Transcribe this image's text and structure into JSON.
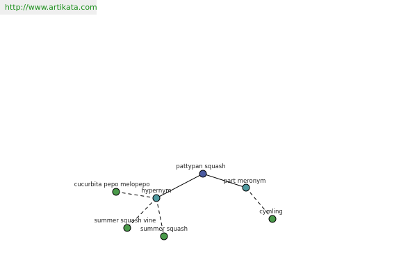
{
  "source_url": "http://www.artikata.com",
  "colors": {
    "root": "#4a5aa0",
    "relation": "#4f9aa0",
    "leaf": "#4a9a4a"
  },
  "nodes": [
    {
      "id": "pattypan",
      "label": "pattypan squash",
      "type": "root"
    },
    {
      "id": "hypernym",
      "label": "hypernym",
      "type": "relation"
    },
    {
      "id": "part_meronym",
      "label": "part meronym",
      "type": "relation"
    },
    {
      "id": "cucurbita",
      "label": "cucurbita pepo melopepo",
      "type": "leaf"
    },
    {
      "id": "summer_squash_vine",
      "label": "summer squash vine",
      "type": "leaf"
    },
    {
      "id": "summer_squash",
      "label": "summer squash",
      "type": "leaf"
    },
    {
      "id": "cymling",
      "label": "cymling",
      "type": "leaf"
    }
  ],
  "edges": [
    {
      "from": "pattypan",
      "to": "hypernym",
      "style": "solid"
    },
    {
      "from": "pattypan",
      "to": "part_meronym",
      "style": "solid"
    },
    {
      "from": "hypernym",
      "to": "cucurbita",
      "style": "dashed"
    },
    {
      "from": "hypernym",
      "to": "summer_squash_vine",
      "style": "dashed"
    },
    {
      "from": "hypernym",
      "to": "summer_squash",
      "style": "dashed"
    },
    {
      "from": "part_meronym",
      "to": "cymling",
      "style": "dashed"
    }
  ]
}
